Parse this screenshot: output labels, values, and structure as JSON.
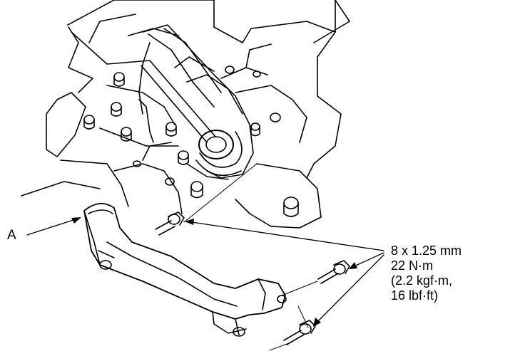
{
  "figure": {
    "part_label": "A",
    "spec_lines": [
      "8 x 1.25 mm",
      "22 N·m",
      "(2.2 kgf·m,",
      "16 lbf·ft)"
    ]
  }
}
